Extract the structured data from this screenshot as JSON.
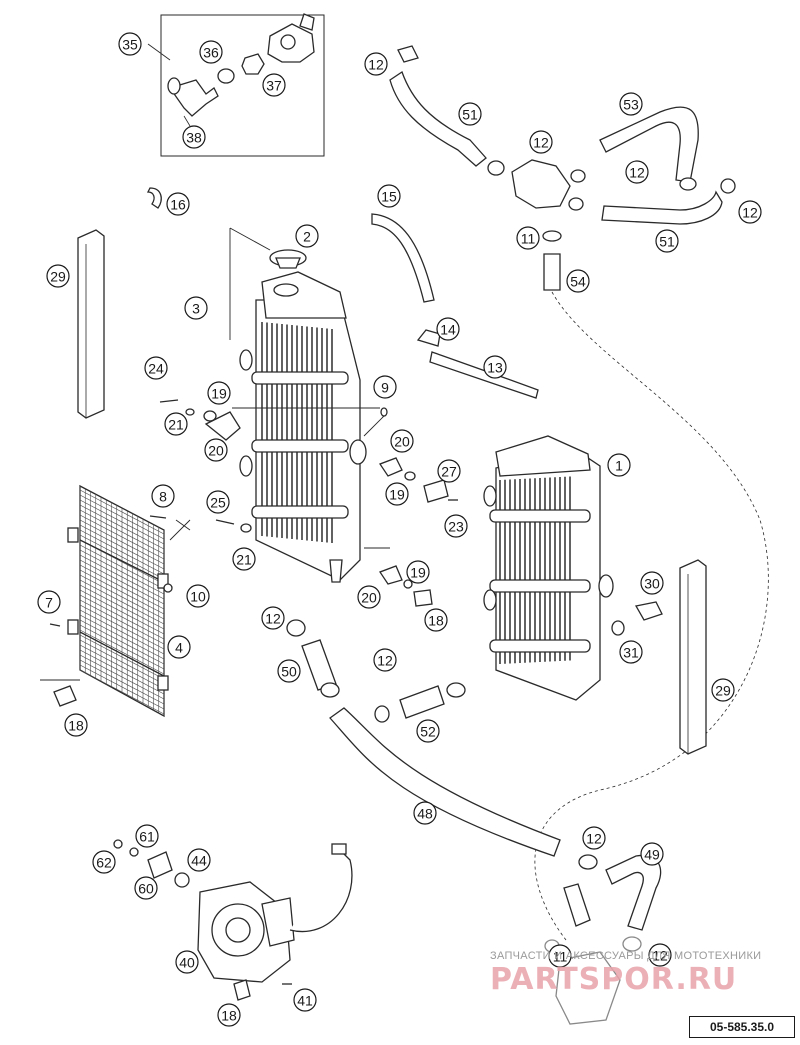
{
  "drawing_code": "05-585.35.0",
  "watermark": {
    "caption": "ЗАПЧАСТИ И АКСЕССУАРЫ ДЛЯ МОТОТЕХНИКИ",
    "logo": "PARTSPOR.RU"
  },
  "callouts": [
    {
      "id": "c35",
      "label": "35"
    },
    {
      "id": "c36",
      "label": "36"
    },
    {
      "id": "c37",
      "label": "37"
    },
    {
      "id": "c38",
      "label": "38"
    },
    {
      "id": "c12a",
      "label": "12"
    },
    {
      "id": "c51a",
      "label": "51"
    },
    {
      "id": "c53",
      "label": "53"
    },
    {
      "id": "c12b",
      "label": "12"
    },
    {
      "id": "c12c",
      "label": "12"
    },
    {
      "id": "c12d",
      "label": "12"
    },
    {
      "id": "c11a",
      "label": "11"
    },
    {
      "id": "c51b",
      "label": "51"
    },
    {
      "id": "c54",
      "label": "54"
    },
    {
      "id": "c16",
      "label": "16"
    },
    {
      "id": "c15",
      "label": "15"
    },
    {
      "id": "c2",
      "label": "2"
    },
    {
      "id": "c29a",
      "label": "29"
    },
    {
      "id": "c3",
      "label": "3"
    },
    {
      "id": "c14",
      "label": "14"
    },
    {
      "id": "c13",
      "label": "13"
    },
    {
      "id": "c24",
      "label": "24"
    },
    {
      "id": "c19a",
      "label": "19"
    },
    {
      "id": "c21a",
      "label": "21"
    },
    {
      "id": "c20a",
      "label": "20"
    },
    {
      "id": "c9",
      "label": "9"
    },
    {
      "id": "c20b",
      "label": "20"
    },
    {
      "id": "c1",
      "label": "1"
    },
    {
      "id": "c27",
      "label": "27"
    },
    {
      "id": "c19b",
      "label": "19"
    },
    {
      "id": "c23",
      "label": "23"
    },
    {
      "id": "c8",
      "label": "8"
    },
    {
      "id": "c25",
      "label": "25"
    },
    {
      "id": "c21b",
      "label": "21"
    },
    {
      "id": "c19c",
      "label": "19"
    },
    {
      "id": "c20c",
      "label": "20"
    },
    {
      "id": "c18a",
      "label": "18"
    },
    {
      "id": "c10",
      "label": "10"
    },
    {
      "id": "c30",
      "label": "30"
    },
    {
      "id": "c7",
      "label": "7"
    },
    {
      "id": "c4",
      "label": "4"
    },
    {
      "id": "c31",
      "label": "31"
    },
    {
      "id": "c12e",
      "label": "12"
    },
    {
      "id": "c50",
      "label": "50"
    },
    {
      "id": "c12f",
      "label": "12"
    },
    {
      "id": "c52",
      "label": "52"
    },
    {
      "id": "c29b",
      "label": "29"
    },
    {
      "id": "c18b",
      "label": "18"
    },
    {
      "id": "c48",
      "label": "48"
    },
    {
      "id": "c61",
      "label": "61"
    },
    {
      "id": "c12g",
      "label": "12"
    },
    {
      "id": "c49",
      "label": "49"
    },
    {
      "id": "c62",
      "label": "62"
    },
    {
      "id": "c44",
      "label": "44"
    },
    {
      "id": "c60",
      "label": "60"
    },
    {
      "id": "c40",
      "label": "40"
    },
    {
      "id": "c11b",
      "label": "11"
    },
    {
      "id": "c12h",
      "label": "12"
    },
    {
      "id": "c41",
      "label": "41"
    },
    {
      "id": "c18c",
      "label": "18"
    }
  ]
}
